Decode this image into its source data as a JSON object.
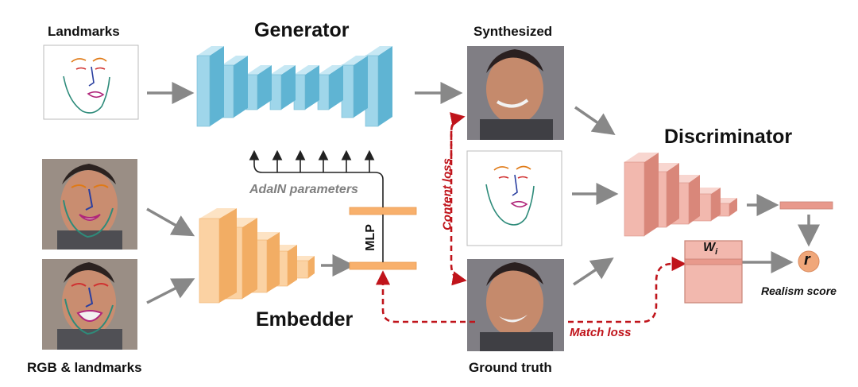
{
  "labels": {
    "landmarks": "Landmarks",
    "generator": "Generator",
    "synthesized": "Synthesized",
    "discriminator": "Discriminator",
    "adain": "AdaIN parameters",
    "content_loss": "Content loss",
    "mlp": "MLP",
    "embedder": "Embedder",
    "rgb_landmarks": "RGB & landmarks",
    "ground_truth": "Ground truth",
    "match_loss": "Match loss",
    "wi_main": "W",
    "wi_sub": "i",
    "r": "r",
    "realism_score": "Realism score"
  },
  "colors": {
    "generator_front": "#9fd6ea",
    "generator_side": "#5fb4d3",
    "embedder_front": "#fbd2a3",
    "embedder_side": "#f2ad64",
    "discriminator_front": "#f2b8ae",
    "discriminator_side": "#d9877a",
    "arrow": "#888888",
    "loss_arrow": "#c0141b"
  }
}
